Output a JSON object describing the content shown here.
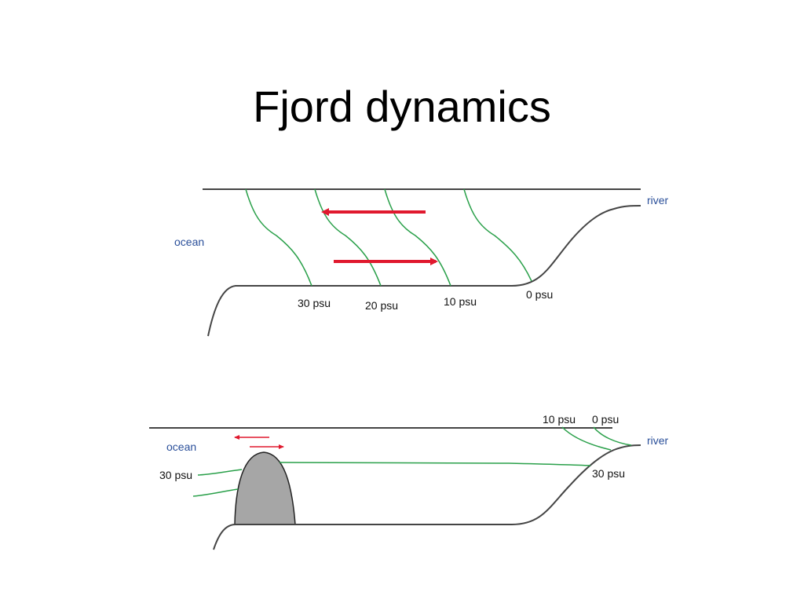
{
  "title": "Fjord dynamics",
  "colors": {
    "isohaline": "#2aa04a",
    "arrow": "#e0192e",
    "outline": "#444444",
    "sill": "#a6a6a6",
    "label_blue": "#2a4f9a"
  },
  "top_diagram": {
    "ocean_label": "ocean",
    "river_label": "river",
    "isohalines": [
      "30 psu",
      "20 psu",
      "10 psu",
      "0 psu"
    ]
  },
  "bottom_diagram": {
    "ocean_label": "ocean",
    "river_label": "river",
    "ocean_isohaline": "30 psu",
    "inner_isohalines": [
      "10 psu",
      "0 psu"
    ],
    "inner_deep_isohaline": "30 psu"
  }
}
